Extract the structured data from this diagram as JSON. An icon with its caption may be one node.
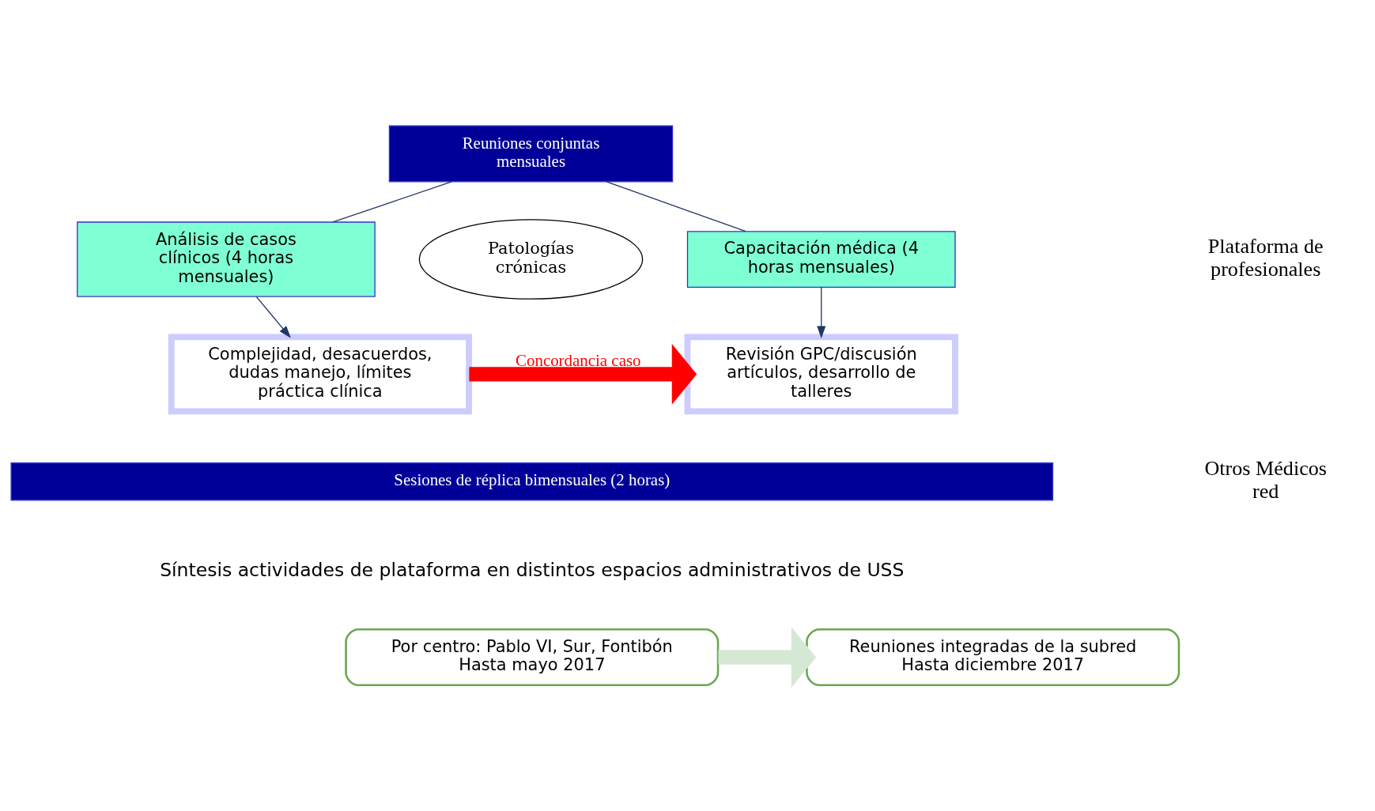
{
  "diagram": {
    "nodes": [
      {
        "text": [
          "Reuniones conjuntas mensuales"
        ]
      },
      {
        "text": [
          "Análisis de casos clínicos (4 horas mensuales)"
        ]
      },
      {
        "text": [
          "Patologías crónicas"
        ]
      },
      {
        "text": [
          "Capacitación médica (4 horas mensuales)"
        ]
      },
      {
        "text": [
          "Complejidad, desacuerdos, dudas manejo, límites práctica clínica"
        ]
      },
      {
        "text": [
          "Revisión GPC/discusión artículos, desarrollo de talleres"
        ]
      },
      {
        "text": [
          "Sesiones de réplica bimensuales (2 horas)"
        ]
      },
      {
        "text": [
          "Por centro: Pablo VI, Sur, Fontibón",
          "Hasta mayo 2017"
        ]
      },
      {
        "text": [
          "Reuniones integradas de la subred",
          "Hasta diciembre 2017"
        ]
      }
    ],
    "edges": [
      {
        "from": 0,
        "to": 1,
        "arrow": "none"
      },
      {
        "from": 0,
        "to": 3,
        "arrow": "none"
      },
      {
        "from": 1,
        "to": 4,
        "arrow": "to"
      },
      {
        "from": 3,
        "to": 5,
        "arrow": "to"
      },
      {
        "from": 4,
        "to": 5,
        "arrow": "to",
        "label": "Concordancia caso",
        "style": "thick",
        "color": "#ff0000"
      },
      {
        "from": 7,
        "to": 8,
        "arrow": "to",
        "style": "thick",
        "color": "#d5e8d4"
      }
    ],
    "labels": [
      "Plataforma de profesionales",
      "Otros Médicos red",
      "Síntesis actividades de plataforma en distintos espacios administrativos de USS"
    ]
  }
}
